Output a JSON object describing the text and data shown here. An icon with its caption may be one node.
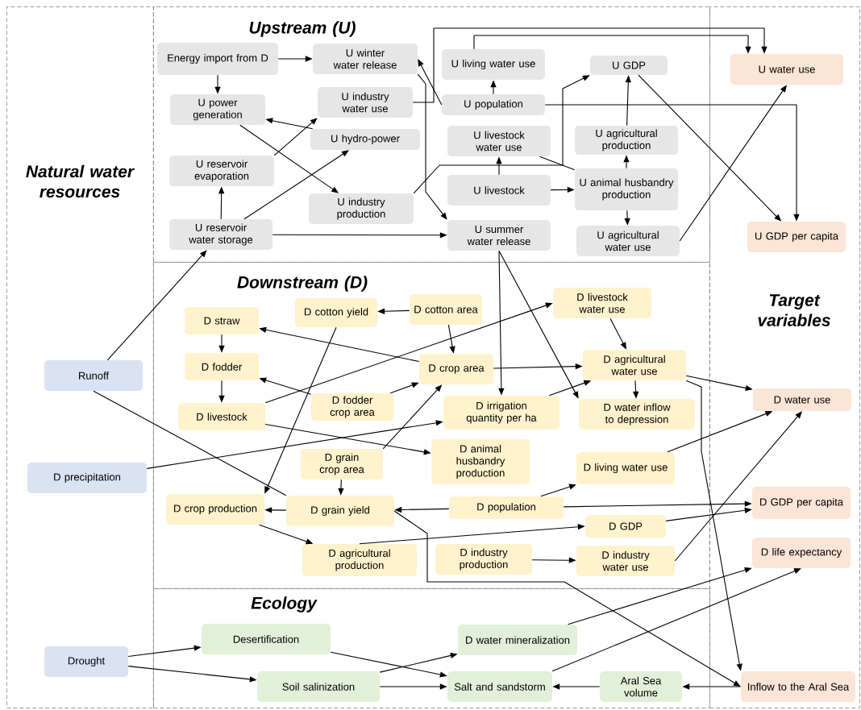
{
  "diagram": {
    "nodes": [
      {
        "text": [
          "Natural water resources"
        ]
      },
      {
        "text": [
          "Upstream (U)"
        ]
      },
      {
        "text": [
          "Downstream (D)"
        ]
      },
      {
        "text": [
          "Ecology"
        ]
      },
      {
        "text": [
          "Target variables"
        ]
      },
      {
        "text": [
          "Energy import from D"
        ],
        "in": 1
      },
      {
        "text": [
          "U winter water release"
        ],
        "in": 1
      },
      {
        "text": [
          "U power generation"
        ],
        "in": 1
      },
      {
        "text": [
          "U industry water use"
        ],
        "in": 1
      },
      {
        "text": [
          "U hydro-power"
        ],
        "in": 1
      },
      {
        "text": [
          "U reservoir evaporation"
        ],
        "in": 1
      },
      {
        "text": [
          "U industry production"
        ],
        "in": 1
      },
      {
        "text": [
          "U reservoir water storage"
        ],
        "in": 1
      },
      {
        "text": [
          "U living water use"
        ],
        "in": 1
      },
      {
        "text": [
          "U GDP"
        ],
        "in": 1
      },
      {
        "text": [
          "U population"
        ],
        "in": 1
      },
      {
        "text": [
          "U livestock water use"
        ],
        "in": 1
      },
      {
        "text": [
          "U livestock"
        ],
        "in": 1
      },
      {
        "text": [
          "U summer water release"
        ],
        "in": 1
      },
      {
        "text": [
          "U agricultural production"
        ],
        "in": 1
      },
      {
        "text": [
          "U animal husbandry production"
        ],
        "in": 1
      },
      {
        "text": [
          "U agricultural water use"
        ],
        "in": 1
      },
      {
        "text": [
          "U water use"
        ],
        "in": 4
      },
      {
        "text": [
          "U GDP per capita"
        ],
        "in": 4
      },
      {
        "text": [
          "D straw"
        ],
        "in": 2
      },
      {
        "text": [
          "D cotton yield"
        ],
        "in": 2
      },
      {
        "text": [
          "D cotton area"
        ],
        "in": 2
      },
      {
        "text": [
          "D fodder"
        ],
        "in": 2
      },
      {
        "text": [
          "D crop area"
        ],
        "in": 2
      },
      {
        "text": [
          "D fodder crop area"
        ],
        "in": 2
      },
      {
        "text": [
          "D livestock"
        ],
        "in": 2
      },
      {
        "text": [
          "D livestock water use"
        ],
        "in": 2
      },
      {
        "text": [
          "D agricultural water use"
        ],
        "in": 2
      },
      {
        "text": [
          "D irrigation quantity per ha"
        ],
        "in": 2
      },
      {
        "text": [
          "D water inflow to depression"
        ],
        "in": 2
      },
      {
        "text": [
          "D grain crop area"
        ],
        "in": 2
      },
      {
        "text": [
          "D animal husbandry production"
        ],
        "in": 2
      },
      {
        "text": [
          "D living water use"
        ],
        "in": 2
      },
      {
        "text": [
          "D crop production"
        ],
        "in": 2
      },
      {
        "text": [
          "D grain yield"
        ],
        "in": 2
      },
      {
        "text": [
          "D population"
        ],
        "in": 2
      },
      {
        "text": [
          "D GDP"
        ],
        "in": 2
      },
      {
        "text": [
          "D agricultural production"
        ],
        "in": 2
      },
      {
        "text": [
          "D industry production"
        ],
        "in": 2
      },
      {
        "text": [
          "D industry water use"
        ],
        "in": 2
      },
      {
        "text": [
          "D water use"
        ],
        "in": 4
      },
      {
        "text": [
          "D GDP per capita"
        ],
        "in": 4
      },
      {
        "text": [
          "D life expectancy"
        ],
        "in": 4
      },
      {
        "text": [
          "Inflow to the Aral Sea"
        ],
        "in": 4
      },
      {
        "text": [
          "Runoff"
        ],
        "in": 0
      },
      {
        "text": [
          "D precipitation"
        ],
        "in": 0
      },
      {
        "text": [
          "Drought"
        ],
        "in": 0
      },
      {
        "text": [
          "Desertification"
        ],
        "in": 3
      },
      {
        "text": [
          "Soil salinization"
        ],
        "in": 3
      },
      {
        "text": [
          "D water mineralization"
        ],
        "in": 3
      },
      {
        "text": [
          "Salt and sandstorm"
        ],
        "in": 3
      },
      {
        "text": [
          "Aral Sea volume"
        ],
        "in": 3
      }
    ],
    "edges": [
      {
        "from": 5,
        "to": 6,
        "arrow": "to"
      },
      {
        "from": 5,
        "to": 7,
        "arrow": "to"
      },
      {
        "from": 9,
        "to": 7,
        "arrow": "to"
      },
      {
        "from": 10,
        "to": 8,
        "arrow": "to"
      },
      {
        "from": 7,
        "to": 11,
        "arrow": "to"
      },
      {
        "from": 12,
        "to": 10,
        "arrow": "to"
      },
      {
        "from": 12,
        "to": 9,
        "arrow": "to"
      },
      {
        "from": 12,
        "to": 18,
        "arrow": "to"
      },
      {
        "from": 6,
        "to": 18,
        "arrow": "to"
      },
      {
        "from": 11,
        "to": 14,
        "arrow": "to"
      },
      {
        "from": 15,
        "to": 13,
        "arrow": "to"
      },
      {
        "from": 15,
        "to": 6,
        "arrow": "to"
      },
      {
        "from": 8,
        "to": 22,
        "arrow": "to"
      },
      {
        "from": 13,
        "to": 22,
        "arrow": "to"
      },
      {
        "from": 15,
        "to": 23,
        "arrow": "to"
      },
      {
        "from": 14,
        "to": 23,
        "arrow": "to"
      },
      {
        "from": 19,
        "to": 14,
        "arrow": "to"
      },
      {
        "from": 20,
        "to": 19,
        "arrow": "to"
      },
      {
        "from": 17,
        "to": 16,
        "arrow": "to"
      },
      {
        "from": 17,
        "to": 20,
        "arrow": "to"
      },
      {
        "from": 20,
        "to": 21,
        "arrow": "to"
      },
      {
        "from": 16,
        "to": 20,
        "arrow": "none"
      },
      {
        "from": 21,
        "to": 22,
        "arrow": "to"
      },
      {
        "from": 49,
        "to": 12,
        "arrow": "to"
      },
      {
        "from": 26,
        "to": 25,
        "arrow": "to"
      },
      {
        "from": 26,
        "to": 28,
        "arrow": "to"
      },
      {
        "from": 28,
        "to": 24,
        "arrow": "to"
      },
      {
        "from": 24,
        "to": 27,
        "arrow": "to"
      },
      {
        "from": 27,
        "to": 30,
        "arrow": "to"
      },
      {
        "from": 29,
        "to": 27,
        "arrow": "to"
      },
      {
        "from": 29,
        "to": 28,
        "arrow": "to"
      },
      {
        "from": 25,
        "to": 38,
        "arrow": "to"
      },
      {
        "from": 30,
        "to": 31,
        "arrow": "to"
      },
      {
        "from": 30,
        "to": 36,
        "arrow": "to"
      },
      {
        "from": 50,
        "to": 33,
        "arrow": "to"
      },
      {
        "from": 49,
        "to": 39,
        "arrow": "none"
      },
      {
        "from": 35,
        "to": 39,
        "arrow": "to"
      },
      {
        "from": 35,
        "to": 28,
        "arrow": "to"
      },
      {
        "from": 39,
        "to": 38,
        "arrow": "to"
      },
      {
        "from": 40,
        "to": 39,
        "arrow": "to"
      },
      {
        "from": 38,
        "to": 42,
        "arrow": "to"
      },
      {
        "from": 39,
        "to": 48,
        "arrow": "to"
      },
      {
        "from": 42,
        "to": 41,
        "arrow": "to"
      },
      {
        "from": 40,
        "to": 37,
        "arrow": "to"
      },
      {
        "from": 40,
        "to": 46,
        "arrow": "to"
      },
      {
        "from": 41,
        "to": 46,
        "arrow": "to"
      },
      {
        "from": 43,
        "to": 44,
        "arrow": "to"
      },
      {
        "from": 44,
        "to": 45,
        "arrow": "to"
      },
      {
        "from": 37,
        "to": 45,
        "arrow": "to"
      },
      {
        "from": 32,
        "to": 45,
        "arrow": "to"
      },
      {
        "from": 31,
        "to": 32,
        "arrow": "to"
      },
      {
        "from": 28,
        "to": 32,
        "arrow": "to"
      },
      {
        "from": 33,
        "to": 32,
        "arrow": "to"
      },
      {
        "from": 32,
        "to": 34,
        "arrow": "to"
      },
      {
        "from": 32,
        "to": 48,
        "arrow": "to"
      },
      {
        "from": 18,
        "to": 33,
        "arrow": "to"
      },
      {
        "from": 18,
        "to": 34,
        "arrow": "to"
      },
      {
        "from": 51,
        "to": 52,
        "arrow": "to"
      },
      {
        "from": 51,
        "to": 53,
        "arrow": "to"
      },
      {
        "from": 52,
        "to": 55,
        "arrow": "to"
      },
      {
        "from": 53,
        "to": 54,
        "arrow": "to"
      },
      {
        "from": 53,
        "to": 55,
        "arrow": "to"
      },
      {
        "from": 54,
        "to": 47,
        "arrow": "to"
      },
      {
        "from": 55,
        "to": 47,
        "arrow": "to"
      },
      {
        "from": 56,
        "to": 55,
        "arrow": "to"
      },
      {
        "from": 48,
        "to": 56,
        "arrow": "to"
      }
    ]
  }
}
